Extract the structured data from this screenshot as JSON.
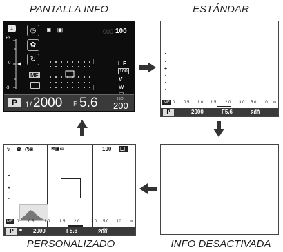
{
  "captions": {
    "top_left": "PANTALLA INFO",
    "top_right": "ESTÁNDAR",
    "bottom_right": "INFO DESACTIVADA",
    "bottom_left": "PERSONALIZADO"
  },
  "info_display": {
    "frames_remaining": "100",
    "frames_faded": "000",
    "mode": "P",
    "shutter_prefix": "1/",
    "shutter": "2000",
    "aperture_prefix": "F",
    "aperture": "5.6",
    "iso_label": "ISO",
    "iso": "200",
    "focus_mode": "MF",
    "exposure_scale": [
      "-3",
      "0",
      "+3"
    ],
    "right_icons": [
      "L F",
      "100",
      "V",
      "W",
      "▭"
    ]
  },
  "standard": {
    "mode": "P",
    "shutter": "2000",
    "aperture": "F5.6",
    "iso_label": "ISO",
    "iso": "200",
    "focus_mode": "MF",
    "distance_ticks": [
      "0.1",
      "0.5",
      "1.0",
      "1.5",
      "2.0",
      "3.0",
      "5.0",
      "10",
      "∞"
    ]
  },
  "custom": {
    "mode": "P",
    "shutter": "2000",
    "aperture": "F5.6",
    "iso_label": "ISO",
    "iso": "200",
    "frames_remaining": "100",
    "focus_mode": "MF",
    "distance_ticks": [
      "0.1",
      "0.5",
      "1.0",
      "1.5",
      "2.0",
      "3.0",
      "5.0",
      "10",
      "∞"
    ]
  },
  "colors": {
    "screen_dark": "#0d0d0d",
    "status_strip": "#3a3a3a"
  }
}
